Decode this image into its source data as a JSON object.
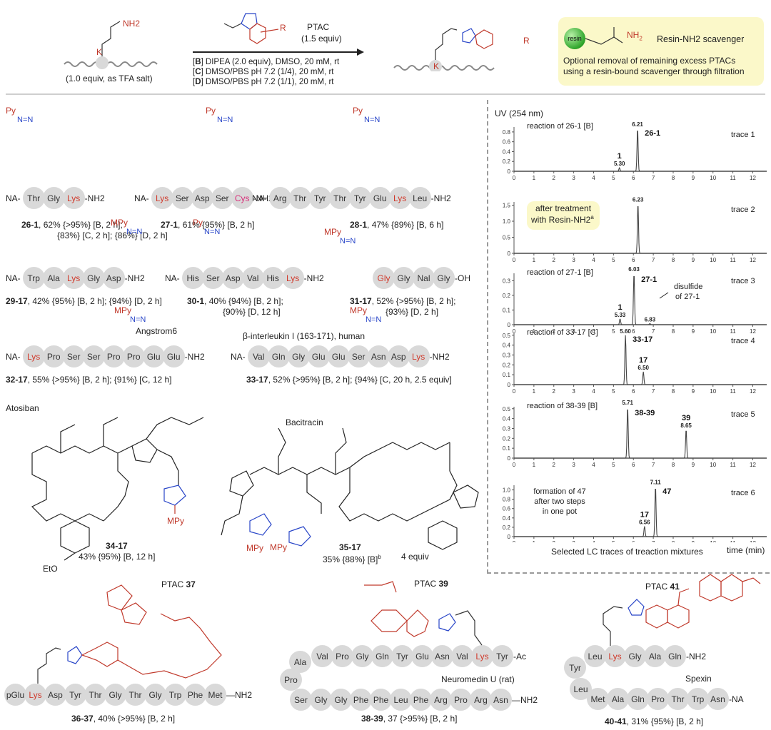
{
  "scheme": {
    "substrate_label": "(1.0 equiv, as TFA salt)",
    "substrate_residue": "K",
    "substrate_amine": "NH2",
    "reagent_name": "PTAC",
    "reagent_equiv": "(1.5 equiv)",
    "reagent_R": "R",
    "conditions": [
      {
        "code": "B",
        "text": "DIPEA (2.0 equiv), DMSO, 20 mM, rt"
      },
      {
        "code": "C",
        "text": "DMSO/PBS pH 7.2 (1/4), 20 mM, rt"
      },
      {
        "code": "D",
        "text": "DMSO/PBS pH 7.2 (1/1), 20 mM, rt"
      }
    ],
    "product_residue": "K",
    "product_R": "R",
    "scavenger": {
      "resin_label": "resin",
      "name": "Resin-NH2  scavenger",
      "description_line1": "Optional removal of remaining excess PTACs",
      "description_line2": "using a resin-bound scavenger through filtration"
    }
  },
  "peptides": [
    {
      "id": "26-1",
      "tag": "Py",
      "nterm": "NA-",
      "cterm": "-NH2",
      "residues": [
        "Thr",
        "Gly",
        "Lys"
      ],
      "modified": 2,
      "caption_rest": ", 62% {>95%} [B, 2 h];",
      "caption_line2": "{83%} [C, 2 h]; {86%} [D, 2 h]"
    },
    {
      "id": "27-1",
      "tag": "Py",
      "nterm": "NA-",
      "cterm": "-NH2",
      "residues": [
        "Lys",
        "Ser",
        "Asp",
        "Ser",
        "Cys"
      ],
      "modified": 0,
      "caption_rest": ", 61% {95%} [B, 2 h]",
      "caption_line2": ""
    },
    {
      "id": "28-1",
      "tag": "Py",
      "nterm": "NA-",
      "cterm": "-NH2",
      "residues": [
        "Arg",
        "Thr",
        "Tyr",
        "Thr",
        "Tyr",
        "Glu",
        "Lys",
        "Leu"
      ],
      "modified": 6,
      "caption_rest": ", 47% {89%} [B, 6 h]",
      "caption_line2": ""
    },
    {
      "id": "29-17",
      "tag": "MPy",
      "nterm": "NA-",
      "cterm": "-NH2",
      "residues": [
        "Trp",
        "Ala",
        "Lys",
        "Gly",
        "Asp"
      ],
      "modified": 2,
      "caption_rest": ", 42% {95%} [B, 2 h]; {94%} [D, 2 h]",
      "caption_line2": ""
    },
    {
      "id": "30-1",
      "tag": "Py",
      "nterm": "NA-",
      "cterm": "-NH2",
      "residues": [
        "His",
        "Ser",
        "Asp",
        "Val",
        "His",
        "Lys"
      ],
      "modified": 5,
      "caption_rest": ", 40% {94%} [B, 2 h];",
      "caption_line2": "{90%} [D, 12 h]"
    },
    {
      "id": "31-17",
      "tag": "MPy",
      "nterm": "",
      "cterm": "-OH",
      "residues": [
        "Gly",
        "Gly",
        "Nal",
        "Gly"
      ],
      "modified": 0,
      "caption_rest": ", 52% {>95%} [B,  2 h];",
      "caption_line2": "{93%} [D, 2 h]"
    },
    {
      "id": "32-17",
      "tag": "MPy",
      "name": "Angstrom6",
      "nterm": "NA-",
      "cterm": "-NH2",
      "residues": [
        "Lys",
        "Pro",
        "Ser",
        "Ser",
        "Pro",
        "Pro",
        "Glu",
        "Glu"
      ],
      "modified": 0,
      "caption_rest": ", 55% {>95%} [B, 2 h]; {91%} [C, 12 h]",
      "caption_line2": ""
    },
    {
      "id": "33-17",
      "tag": "MPy",
      "name": "β-interleukin I (163-171), human",
      "nterm": "NA-",
      "cterm": "-NH2",
      "residues": [
        "Val",
        "Gln",
        "Gly",
        "Glu",
        "Glu",
        "Ser",
        "Asn",
        "Asp",
        "Lys"
      ],
      "modified": 8,
      "caption_rest": ", 52% {>95%} [B, 2 h]; {94%} [C, 20 h, 2.5 equiv]",
      "caption_line2": ""
    }
  ],
  "cyclic": [
    {
      "id": "34-17",
      "name": "Atosiban",
      "tag": "MPy",
      "caption": "43% {95%} [B, 12 h]",
      "extra": "EtO"
    },
    {
      "id": "35-17",
      "name": "Bacitracin",
      "tag": "MPy",
      "caption": "35% {88%} [B]",
      "superscript": "b",
      "note": "4 equiv"
    }
  ],
  "conjugates": [
    {
      "id": "36-37",
      "ptac": "PTAC 37",
      "ptac_num": "37",
      "caption_rest": ", 40% {>95%} [B, 2 h]",
      "residues": [
        "pGlu",
        "Lys",
        "Asp",
        "Tyr",
        "Thr",
        "Gly",
        "Thr",
        "Gly",
        "Trp",
        "Phe",
        "Met"
      ],
      "cterm": "—NH2"
    },
    {
      "id": "38-39",
      "ptac": "PTAC 39",
      "ptac_num": "39",
      "name": "Neuromedin U (rat)",
      "caption_rest": ", 37 {>95%} [B, 2 h]",
      "top_row": [
        "Val",
        "Pro",
        "Gly",
        "Gln",
        "Tyr",
        "Glu",
        "Asn",
        "Val",
        "Lys",
        "Tyr"
      ],
      "top_term": "-Ac",
      "turn": [
        "Ala",
        "Pro"
      ],
      "bottom_row": [
        "Ser",
        "Gly",
        "Gly",
        "Phe",
        "Phe",
        "Leu",
        "Phe",
        "Arg",
        "Pro",
        "Arg",
        "Asn"
      ],
      "bottom_term": "—NH2"
    },
    {
      "id": "40-41",
      "ptac": "PTAC 41",
      "ptac_num": "41",
      "name": "Spexin",
      "caption_rest": ", 31% {95%} [B, 2 h]",
      "top_row": [
        "Leu",
        "Lys",
        "Gly",
        "Ala",
        "Gln"
      ],
      "top_term": "-NH2",
      "turn": [
        "Tyr",
        "Leu"
      ],
      "bottom_row": [
        "Met",
        "Ala",
        "Gln",
        "Pro",
        "Thr",
        "Trp",
        "Asn"
      ],
      "bottom_term": "-NA"
    }
  ],
  "lc_panel": {
    "title": "UV (254 nm)",
    "footer": "Selected LC traces of treaction mixtures",
    "xlabel": "time (min)",
    "resin_note_line1": "after treatment",
    "resin_note_line2": "with Resin-NH2",
    "resin_note_sup": "a"
  },
  "chart_data": [
    {
      "type": "line",
      "title": "reaction of 26-1 [B]",
      "trace": "trace 1",
      "xlabel": "time (min)",
      "ylabel": "UV (254 nm)",
      "xlim": [
        0,
        12.7
      ],
      "ylim": [
        0,
        0.9
      ],
      "yticks": [
        0,
        0.2,
        0.4,
        0.6,
        0.8
      ],
      "xticks": [
        0,
        1,
        2,
        3,
        4,
        5,
        6,
        7,
        8,
        9,
        10,
        11,
        12
      ],
      "peaks": [
        {
          "rt": 5.3,
          "height": 0.07,
          "label": "1"
        },
        {
          "rt": 6.21,
          "height": 0.87,
          "label": "26-1"
        }
      ]
    },
    {
      "type": "line",
      "title": "",
      "trace": "trace 2",
      "xlabel": "time (min)",
      "xlim": [
        0,
        12.7
      ],
      "ylim": [
        0,
        1.6
      ],
      "yticks": [
        0,
        0.5,
        1.0,
        1.5
      ],
      "xticks": [
        0,
        1,
        2,
        3,
        4,
        5,
        6,
        7,
        8,
        9,
        10,
        11,
        12
      ],
      "peaks": [
        {
          "rt": 6.23,
          "height": 1.55,
          "label": ""
        }
      ]
    },
    {
      "type": "line",
      "title": "reaction of 27-1 [B]",
      "trace": "trace 3",
      "xlabel": "time (min)",
      "xlim": [
        0,
        12.7
      ],
      "ylim": [
        0,
        0.35
      ],
      "yticks": [
        0,
        0.1,
        0.2,
        0.3
      ],
      "xticks": [
        0,
        1,
        2,
        3,
        4,
        5,
        6,
        7,
        8,
        9,
        10,
        11,
        12
      ],
      "peaks": [
        {
          "rt": 5.33,
          "height": 0.04,
          "label": "1"
        },
        {
          "rt": 6.03,
          "height": 0.35,
          "label": "27-1"
        },
        {
          "rt": 6.83,
          "height": 0.008,
          "label": "disulfide of 27-1"
        }
      ]
    },
    {
      "type": "line",
      "title": "reaction of 33-17 [C]",
      "trace": "trace 4",
      "xlabel": "time (min)",
      "xlim": [
        0,
        12.7
      ],
      "ylim": [
        0,
        0.52
      ],
      "yticks": [
        0,
        0.1,
        0.2,
        0.3,
        0.4,
        0.5
      ],
      "xticks": [
        0,
        1,
        2,
        3,
        4,
        5,
        6,
        7,
        8,
        9,
        10,
        11,
        12
      ],
      "peaks": [
        {
          "rt": 5.6,
          "height": 0.5,
          "label": "33-17"
        },
        {
          "rt": 6.5,
          "height": 0.13,
          "label": "17"
        }
      ]
    },
    {
      "type": "line",
      "title": "reaction of 38-39 [B]",
      "trace": "trace 5",
      "xlabel": "time (min)",
      "xlim": [
        0,
        12.7
      ],
      "ylim": [
        0,
        0.52
      ],
      "yticks": [
        0,
        0.1,
        0.2,
        0.3,
        0.4,
        0.5
      ],
      "xticks": [
        0,
        1,
        2,
        3,
        4,
        5,
        6,
        7,
        8,
        9,
        10,
        11,
        12
      ],
      "peaks": [
        {
          "rt": 5.71,
          "height": 0.52,
          "label": "38-39"
        },
        {
          "rt": 8.65,
          "height": 0.29,
          "label": "39"
        }
      ]
    },
    {
      "type": "line",
      "title": "formation of 47 after two steps in one pot",
      "trace": "trace 6",
      "xlabel": "time (min)",
      "xlim": [
        0,
        12.7
      ],
      "ylim": [
        0,
        1.1
      ],
      "yticks": [
        0,
        0.2,
        0.4,
        0.6,
        0.8,
        1.0
      ],
      "xticks": [
        0,
        1,
        2,
        3,
        4,
        5,
        6,
        7,
        8,
        9,
        10,
        11,
        12
      ],
      "peaks": [
        {
          "rt": 6.56,
          "height": 0.22,
          "label": "17"
        },
        {
          "rt": 7.11,
          "height": 1.08,
          "label": "47"
        }
      ]
    }
  ]
}
